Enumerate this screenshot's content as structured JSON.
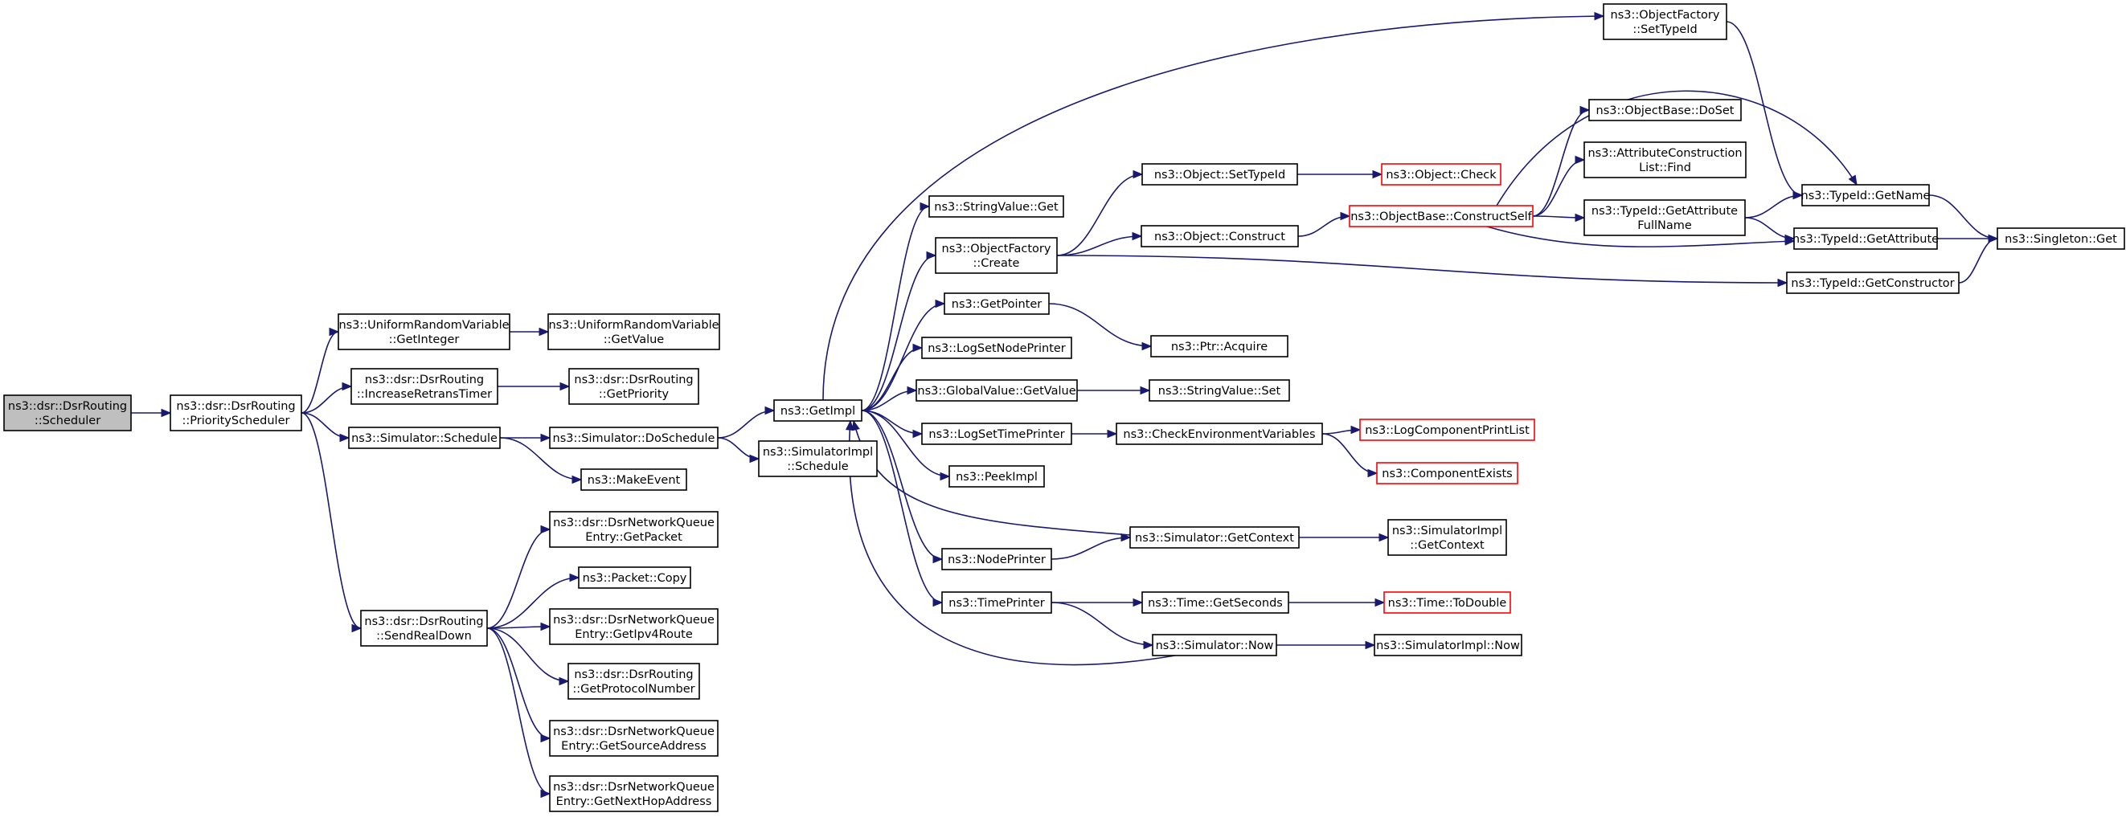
{
  "nodes": [
    {
      "id": "scheduler",
      "lines": [
        "ns3::dsr::DsrRouting",
        "::Scheduler"
      ],
      "style": "root"
    },
    {
      "id": "priority_scheduler",
      "lines": [
        "ns3::dsr::DsrRouting",
        "::PriorityScheduler"
      ]
    },
    {
      "id": "urv_getinteger",
      "lines": [
        "ns3::UniformRandomVariable",
        "::GetInteger"
      ]
    },
    {
      "id": "urv_getvalue",
      "lines": [
        "ns3::UniformRandomVariable",
        "::GetValue"
      ]
    },
    {
      "id": "increase_retrans",
      "lines": [
        "ns3::dsr::DsrRouting",
        "::IncreaseRetransTimer"
      ]
    },
    {
      "id": "get_priority",
      "lines": [
        "ns3::dsr::DsrRouting",
        "::GetPriority"
      ]
    },
    {
      "id": "sim_schedule",
      "lines": [
        "ns3::Simulator::Schedule"
      ]
    },
    {
      "id": "sim_doschedule",
      "lines": [
        "ns3::Simulator::DoSchedule"
      ]
    },
    {
      "id": "make_event",
      "lines": [
        "ns3::MakeEvent"
      ]
    },
    {
      "id": "send_real_down",
      "lines": [
        "ns3::dsr::DsrRouting",
        "::SendRealDown"
      ]
    },
    {
      "id": "nq_getpacket",
      "lines": [
        "ns3::dsr::DsrNetworkQueue",
        "Entry::GetPacket"
      ]
    },
    {
      "id": "packet_copy",
      "lines": [
        "ns3::Packet::Copy"
      ]
    },
    {
      "id": "nq_getipv4route",
      "lines": [
        "ns3::dsr::DsrNetworkQueue",
        "Entry::GetIpv4Route"
      ]
    },
    {
      "id": "get_protocol_number",
      "lines": [
        "ns3::dsr::DsrRouting",
        "::GetProtocolNumber"
      ]
    },
    {
      "id": "nq_getsourceaddress",
      "lines": [
        "ns3::dsr::DsrNetworkQueue",
        "Entry::GetSourceAddress"
      ]
    },
    {
      "id": "nq_getnexthopaddress",
      "lines": [
        "ns3::dsr::DsrNetworkQueue",
        "Entry::GetNextHopAddress"
      ]
    },
    {
      "id": "getimpl",
      "lines": [
        "ns3::GetImpl"
      ]
    },
    {
      "id": "simimpl_schedule",
      "lines": [
        "ns3::SimulatorImpl",
        "::Schedule"
      ]
    },
    {
      "id": "stringvalue_get",
      "lines": [
        "ns3::StringValue::Get"
      ]
    },
    {
      "id": "objfactory_create",
      "lines": [
        "ns3::ObjectFactory",
        "::Create"
      ]
    },
    {
      "id": "getpointer",
      "lines": [
        "ns3::GetPointer"
      ]
    },
    {
      "id": "logsetnodeprinter",
      "lines": [
        "ns3::LogSetNodePrinter"
      ]
    },
    {
      "id": "globalvalue_getvalue",
      "lines": [
        "ns3::GlobalValue::GetValue"
      ]
    },
    {
      "id": "logsettimeprinter",
      "lines": [
        "ns3::LogSetTimePrinter"
      ]
    },
    {
      "id": "peekimpl",
      "lines": [
        "ns3::PeekImpl"
      ]
    },
    {
      "id": "nodeprinter",
      "lines": [
        "ns3::NodePrinter"
      ]
    },
    {
      "id": "timeprinter",
      "lines": [
        "ns3::TimePrinter"
      ]
    },
    {
      "id": "objfactory_settypeid",
      "lines": [
        "ns3::ObjectFactory",
        "::SetTypeId"
      ]
    },
    {
      "id": "object_settypeid",
      "lines": [
        "ns3::Object::SetTypeId"
      ]
    },
    {
      "id": "object_construct",
      "lines": [
        "ns3::Object::Construct"
      ]
    },
    {
      "id": "ptr_acquire",
      "lines": [
        "ns3::Ptr::Acquire"
      ]
    },
    {
      "id": "stringvalue_set",
      "lines": [
        "ns3::StringValue::Set"
      ]
    },
    {
      "id": "check_env_vars",
      "lines": [
        "ns3::CheckEnvironmentVariables"
      ]
    },
    {
      "id": "sim_getcontext",
      "lines": [
        "ns3::Simulator::GetContext"
      ]
    },
    {
      "id": "time_getseconds",
      "lines": [
        "ns3::Time::GetSeconds"
      ]
    },
    {
      "id": "sim_now",
      "lines": [
        "ns3::Simulator::Now"
      ]
    },
    {
      "id": "object_check",
      "lines": [
        "ns3::Object::Check"
      ],
      "style": "trunc"
    },
    {
      "id": "objbase_constructself",
      "lines": [
        "ns3::ObjectBase::ConstructSelf"
      ],
      "style": "trunc"
    },
    {
      "id": "logcomponentprintlist",
      "lines": [
        "ns3::LogComponentPrintList"
      ],
      "style": "trunc"
    },
    {
      "id": "componentexists",
      "lines": [
        "ns3::ComponentExists"
      ],
      "style": "trunc"
    },
    {
      "id": "simimpl_getcontext",
      "lines": [
        "ns3::SimulatorImpl",
        "::GetContext"
      ]
    },
    {
      "id": "time_todouble",
      "lines": [
        "ns3::Time::ToDouble"
      ],
      "style": "trunc"
    },
    {
      "id": "simimpl_now",
      "lines": [
        "ns3::SimulatorImpl::Now"
      ]
    },
    {
      "id": "objbase_doset",
      "lines": [
        "ns3::ObjectBase::DoSet"
      ]
    },
    {
      "id": "attrconstruction_find",
      "lines": [
        "ns3::AttributeConstruction",
        "List::Find"
      ]
    },
    {
      "id": "typeid_getattrfullname",
      "lines": [
        "ns3::TypeId::GetAttribute",
        "FullName"
      ]
    },
    {
      "id": "typeid_getname",
      "lines": [
        "ns3::TypeId::GetName"
      ]
    },
    {
      "id": "typeid_getattribute",
      "lines": [
        "ns3::TypeId::GetAttribute"
      ]
    },
    {
      "id": "typeid_getconstructor",
      "lines": [
        "ns3::TypeId::GetConstructor"
      ]
    },
    {
      "id": "singleton_get",
      "lines": [
        "ns3::Singleton::Get"
      ]
    }
  ],
  "edges": [
    [
      "scheduler",
      "priority_scheduler"
    ],
    [
      "priority_scheduler",
      "urv_getinteger"
    ],
    [
      "priority_scheduler",
      "increase_retrans"
    ],
    [
      "priority_scheduler",
      "sim_schedule"
    ],
    [
      "priority_scheduler",
      "send_real_down"
    ],
    [
      "urv_getinteger",
      "urv_getvalue"
    ],
    [
      "increase_retrans",
      "get_priority"
    ],
    [
      "sim_schedule",
      "sim_doschedule"
    ],
    [
      "sim_schedule",
      "make_event"
    ],
    [
      "sim_doschedule",
      "getimpl"
    ],
    [
      "sim_doschedule",
      "simimpl_schedule"
    ],
    [
      "send_real_down",
      "nq_getpacket"
    ],
    [
      "send_real_down",
      "packet_copy"
    ],
    [
      "send_real_down",
      "nq_getipv4route"
    ],
    [
      "send_real_down",
      "get_protocol_number"
    ],
    [
      "send_real_down",
      "nq_getsourceaddress"
    ],
    [
      "send_real_down",
      "nq_getnexthopaddress"
    ],
    [
      "getimpl",
      "objfactory_settypeid"
    ],
    [
      "getimpl",
      "stringvalue_get"
    ],
    [
      "getimpl",
      "objfactory_create"
    ],
    [
      "getimpl",
      "getpointer"
    ],
    [
      "getimpl",
      "logsetnodeprinter"
    ],
    [
      "getimpl",
      "globalvalue_getvalue"
    ],
    [
      "getimpl",
      "logsettimeprinter"
    ],
    [
      "getimpl",
      "peekimpl"
    ],
    [
      "getimpl",
      "nodeprinter"
    ],
    [
      "getimpl",
      "timeprinter"
    ],
    [
      "objfactory_settypeid",
      "typeid_getname"
    ],
    [
      "objfactory_create",
      "object_settypeid"
    ],
    [
      "objfactory_create",
      "object_construct"
    ],
    [
      "objfactory_create",
      "typeid_getconstructor"
    ],
    [
      "object_settypeid",
      "object_check"
    ],
    [
      "object_construct",
      "objbase_constructself"
    ],
    [
      "objbase_constructself",
      "objbase_doset"
    ],
    [
      "objbase_constructself",
      "attrconstruction_find"
    ],
    [
      "objbase_constructself",
      "typeid_getattrfullname"
    ],
    [
      "objbase_constructself",
      "typeid_getname"
    ],
    [
      "objbase_constructself",
      "typeid_getattribute"
    ],
    [
      "typeid_getattrfullname",
      "typeid_getname"
    ],
    [
      "typeid_getattrfullname",
      "typeid_getattribute"
    ],
    [
      "typeid_getname",
      "singleton_get"
    ],
    [
      "typeid_getattribute",
      "singleton_get"
    ],
    [
      "typeid_getconstructor",
      "singleton_get"
    ],
    [
      "getpointer",
      "ptr_acquire"
    ],
    [
      "globalvalue_getvalue",
      "stringvalue_set"
    ],
    [
      "logsettimeprinter",
      "check_env_vars"
    ],
    [
      "check_env_vars",
      "logcomponentprintlist"
    ],
    [
      "check_env_vars",
      "componentexists"
    ],
    [
      "nodeprinter",
      "sim_getcontext"
    ],
    [
      "sim_getcontext",
      "getimpl"
    ],
    [
      "sim_getcontext",
      "simimpl_getcontext"
    ],
    [
      "timeprinter",
      "time_getseconds"
    ],
    [
      "timeprinter",
      "sim_now"
    ],
    [
      "time_getseconds",
      "time_todouble"
    ],
    [
      "sim_now",
      "getimpl"
    ],
    [
      "sim_now",
      "simimpl_now"
    ]
  ]
}
